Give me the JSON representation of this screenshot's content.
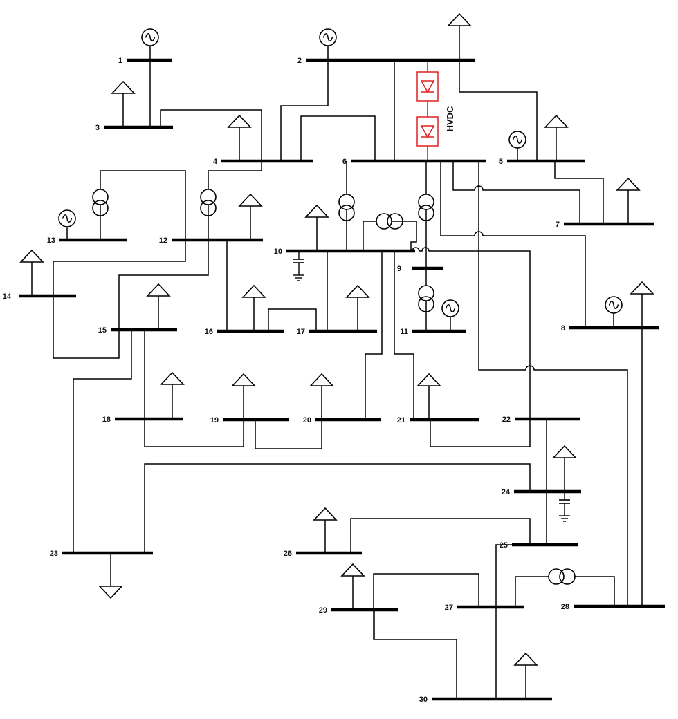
{
  "diagram": {
    "hvdc_label": "HVDC",
    "colors": {
      "line": "#000000",
      "hvdc": "#e02020",
      "background": "#ffffff"
    },
    "buses": [
      {
        "id": "1",
        "label": "1"
      },
      {
        "id": "2",
        "label": "2"
      },
      {
        "id": "3",
        "label": "3"
      },
      {
        "id": "4",
        "label": "4"
      },
      {
        "id": "5",
        "label": "5"
      },
      {
        "id": "6",
        "label": "6"
      },
      {
        "id": "7",
        "label": "7"
      },
      {
        "id": "8",
        "label": "8"
      },
      {
        "id": "9",
        "label": "9"
      },
      {
        "id": "10",
        "label": "10"
      },
      {
        "id": "11",
        "label": "11"
      },
      {
        "id": "12",
        "label": "12"
      },
      {
        "id": "13",
        "label": "13"
      },
      {
        "id": "14",
        "label": "14"
      },
      {
        "id": "15",
        "label": "15"
      },
      {
        "id": "16",
        "label": "16"
      },
      {
        "id": "17",
        "label": "17"
      },
      {
        "id": "18",
        "label": "18"
      },
      {
        "id": "19",
        "label": "19"
      },
      {
        "id": "20",
        "label": "20"
      },
      {
        "id": "21",
        "label": "21"
      },
      {
        "id": "22",
        "label": "22"
      },
      {
        "id": "23",
        "label": "23"
      },
      {
        "id": "24",
        "label": "24"
      },
      {
        "id": "25",
        "label": "25"
      },
      {
        "id": "26",
        "label": "26"
      },
      {
        "id": "27",
        "label": "27"
      },
      {
        "id": "28",
        "label": "28"
      },
      {
        "id": "29",
        "label": "29"
      },
      {
        "id": "30",
        "label": "30"
      }
    ],
    "generators": [
      "1",
      "2",
      "5",
      "8",
      "11",
      "13"
    ],
    "loads": [
      "2",
      "3",
      "4",
      "5",
      "7",
      "8",
      "10",
      "12",
      "14",
      "15",
      "16",
      "17",
      "18",
      "19",
      "20",
      "21",
      "23",
      "24",
      "26",
      "29",
      "30"
    ],
    "capacitors": [
      "10",
      "24"
    ],
    "transformers": [
      {
        "from": "4",
        "to": "12"
      },
      {
        "from": "6",
        "to": "10"
      },
      {
        "from": "6",
        "to": "9"
      },
      {
        "from": "9",
        "to": "10"
      },
      {
        "from": "9",
        "to": "11"
      },
      {
        "from": "12",
        "to": "13"
      },
      {
        "from": "27",
        "to": "28"
      }
    ],
    "hvdc_link": {
      "from": "2",
      "to": "6",
      "converters": 2
    }
  }
}
